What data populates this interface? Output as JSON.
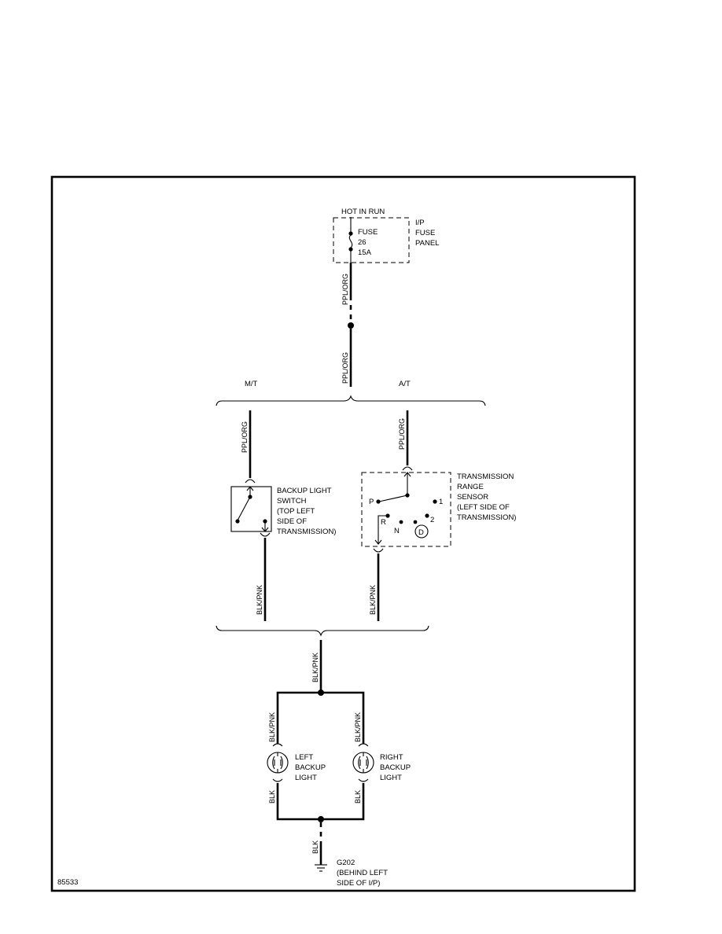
{
  "fuse_panel": {
    "hot_label": "HOT IN RUN",
    "panel_lines": [
      "I/P",
      "FUSE",
      "PANEL"
    ],
    "fuse_lines": [
      "FUSE",
      "26",
      "15A"
    ]
  },
  "wires": {
    "ppl_org": "PPL/ORG",
    "blk_pnk": "BLK/PNK",
    "blk": "BLK"
  },
  "branches": {
    "manual": "M/T",
    "automatic": "A/T"
  },
  "backup_switch": {
    "lines": [
      "BACKUP LIGHT",
      "SWITCH",
      "(TOP LEFT",
      "SIDE OF",
      "TRANSMISSION)"
    ]
  },
  "range_sensor": {
    "lines": [
      "TRANSMISSION",
      "RANGE",
      "SENSOR",
      "(LEFT SIDE OF",
      "TRANSMISSION)"
    ],
    "positions": {
      "p": "P",
      "r": "R",
      "n": "N",
      "d": "D",
      "one": "1",
      "two": "2"
    }
  },
  "left_light": {
    "lines": [
      "LEFT",
      "BACKUP",
      "LIGHT"
    ]
  },
  "right_light": {
    "lines": [
      "RIGHT",
      "BACKUP",
      "LIGHT"
    ]
  },
  "ground": {
    "lines": [
      "G202",
      "(BEHIND LEFT",
      "SIDE OF I/P)"
    ]
  },
  "figure_number": "85533"
}
